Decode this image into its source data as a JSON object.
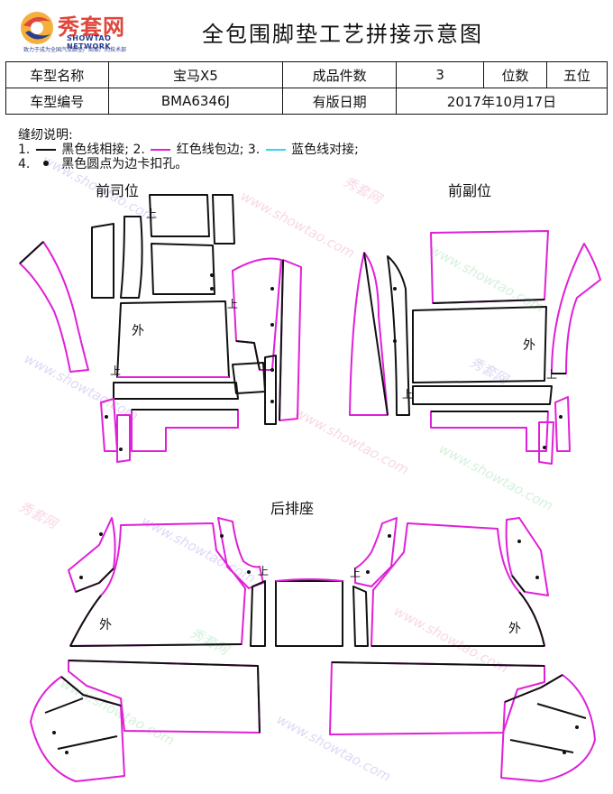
{
  "brand": {
    "logo_text": "秀套网",
    "logo_sub": "SHOWTAO NETWORK",
    "logo_tagline": "致力于成为全国汽车脚垫厂商家厂的技术部"
  },
  "title": "全包围脚垫工艺拼接示意图",
  "info": {
    "row1": [
      "车型名称",
      "宝马X5",
      "成品件数",
      "3",
      "位数",
      "五位"
    ],
    "row2": [
      "车型编号",
      "BMA6346J",
      "有版日期",
      "2017年10月17日"
    ]
  },
  "notes": {
    "heading": "缝纫说明:",
    "item1_num": "1.",
    "item1_text": "黑色线相接;",
    "item2_num": "2.",
    "item2_text": "红色线包边;",
    "item3_num": "3.",
    "item3_text": "蓝色线对接;",
    "item4_num": "4.",
    "item4_text": "黑色圆点为边卡扣孔。"
  },
  "regions": {
    "front_driver": "前司位",
    "front_passenger": "前副位",
    "rear": "后排座"
  },
  "marks": {
    "wai": "外",
    "shang": "上"
  },
  "watermark": {
    "url": "www.showtao.com",
    "brand": "秀套网"
  },
  "colors": {
    "black_line": "#111111",
    "red_line": "#e020d8",
    "blue_line": "#33d6f0",
    "logo_red": "#e0463c",
    "logo_blue": "#2b3d8f"
  }
}
